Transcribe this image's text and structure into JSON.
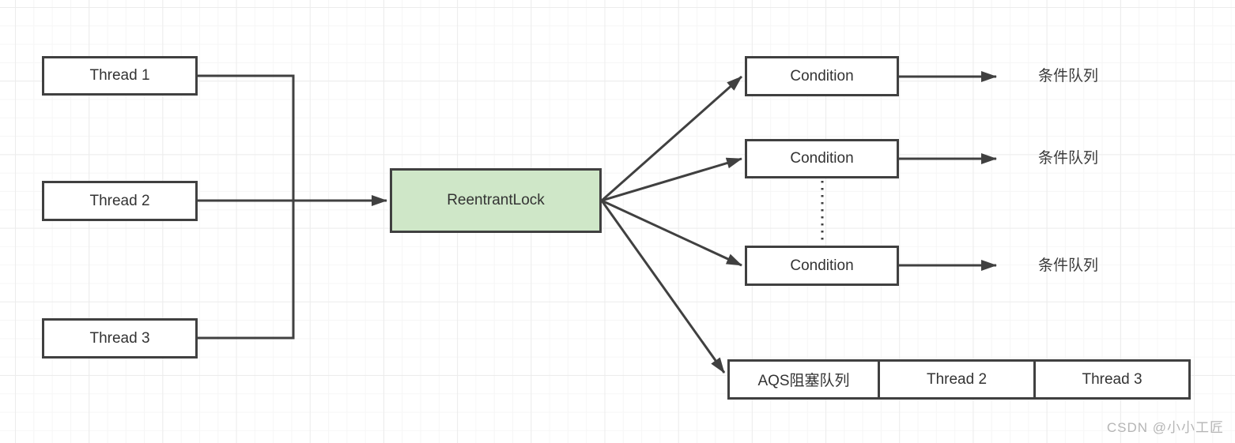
{
  "diagram": {
    "title_hint": "ReentrantLock / AQS condition queues diagram",
    "nodes": {
      "thread1": {
        "label": "Thread 1"
      },
      "thread2": {
        "label": "Thread 2"
      },
      "thread3": {
        "label": "Thread 3"
      },
      "lock": {
        "label": "ReentrantLock",
        "fill": "#cfe7c8"
      },
      "condition1": {
        "label": "Condition"
      },
      "condition2": {
        "label": "Condition"
      },
      "condition3": {
        "label": "Condition"
      }
    },
    "queue_labels": {
      "q1": "条件队列",
      "q2": "条件队列",
      "q3": "条件队列"
    },
    "aqs": {
      "cells": [
        "AQS阻塞队列",
        "Thread 2",
        "Thread 3"
      ]
    },
    "edges": [
      "Thread 1 -> ReentrantLock",
      "Thread 2 -> ReentrantLock",
      "Thread 3 -> ReentrantLock",
      "ReentrantLock -> Condition (x3)",
      "ReentrantLock -> AQS阻塞队列",
      "Condition -> 条件队列 (x3)"
    ],
    "colors": {
      "line": "#404040",
      "lock_fill": "#cfe7c8",
      "grid_minor": "#f6f6f6",
      "grid_major": "#ececec",
      "text": "#333333"
    }
  },
  "watermark": {
    "text": "CSDN @小小工匠",
    "color": "#b5b5b5"
  }
}
